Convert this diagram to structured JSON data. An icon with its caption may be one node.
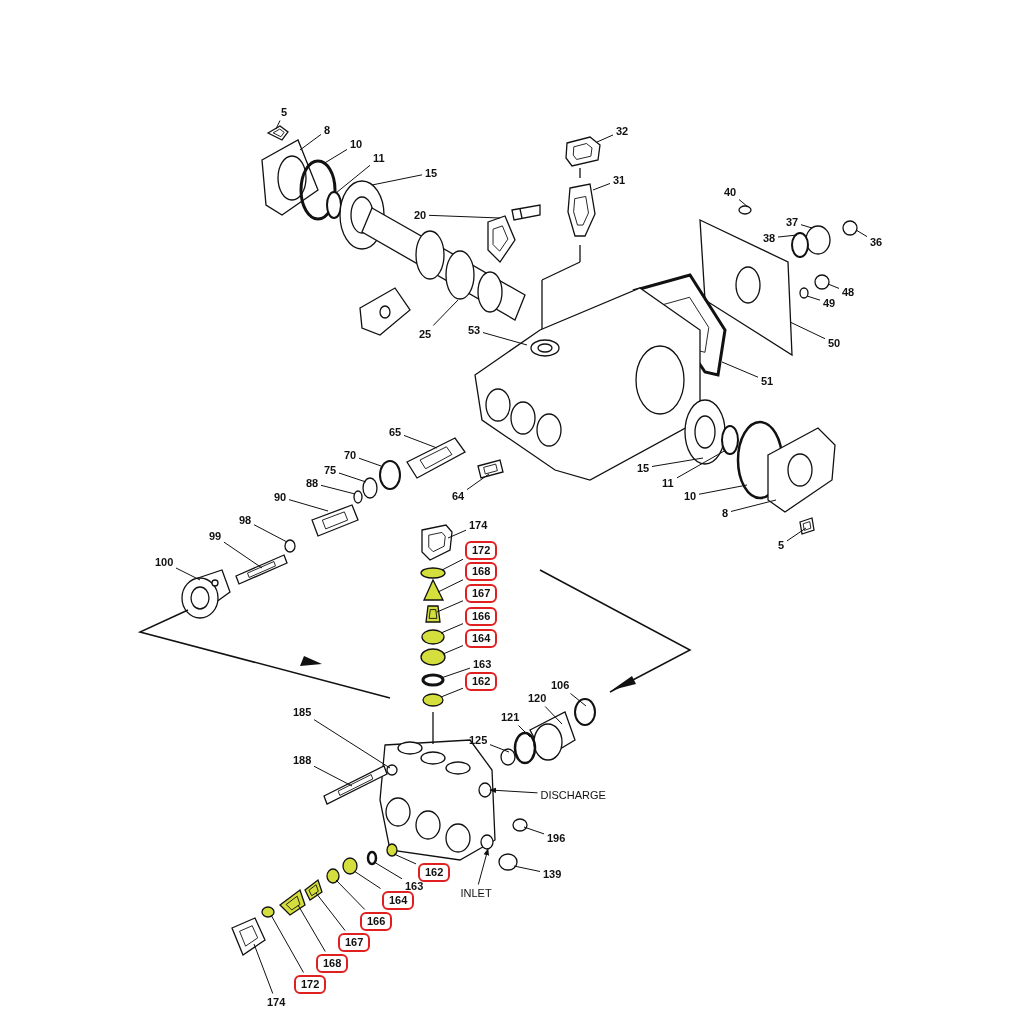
{
  "diagram": {
    "nodes": [
      {
        "text": [
          "5"
        ]
      },
      {
        "text": [
          "8"
        ]
      },
      {
        "text": [
          "10"
        ]
      },
      {
        "text": [
          "11"
        ]
      },
      {
        "text": [
          "15"
        ]
      },
      {
        "text": [
          "20"
        ]
      },
      {
        "text": [
          "25"
        ]
      },
      {
        "text": [
          "32"
        ]
      },
      {
        "text": [
          "31"
        ]
      },
      {
        "text": [
          "40"
        ]
      },
      {
        "text": [
          "37"
        ]
      },
      {
        "text": [
          "36"
        ]
      },
      {
        "text": [
          "38"
        ]
      },
      {
        "text": [
          "48"
        ]
      },
      {
        "text": [
          "49"
        ]
      },
      {
        "text": [
          "50"
        ]
      },
      {
        "text": [
          "51"
        ]
      },
      {
        "text": [
          "53"
        ]
      },
      {
        "text": [
          "65"
        ]
      },
      {
        "text": [
          "64"
        ]
      },
      {
        "text": [
          "70"
        ]
      },
      {
        "text": [
          "75"
        ]
      },
      {
        "text": [
          "88"
        ]
      },
      {
        "text": [
          "90"
        ]
      },
      {
        "text": [
          "98"
        ]
      },
      {
        "text": [
          "99"
        ]
      },
      {
        "text": [
          "100"
        ]
      },
      {
        "text": [
          "15"
        ]
      },
      {
        "text": [
          "11"
        ]
      },
      {
        "text": [
          "10"
        ]
      },
      {
        "text": [
          "8"
        ]
      },
      {
        "text": [
          "5"
        ]
      },
      {
        "text": [
          "174"
        ]
      },
      {
        "text": [
          "172"
        ]
      },
      {
        "text": [
          "168"
        ]
      },
      {
        "text": [
          "167"
        ]
      },
      {
        "text": [
          "166"
        ]
      },
      {
        "text": [
          "164"
        ]
      },
      {
        "text": [
          "163"
        ]
      },
      {
        "text": [
          "162"
        ]
      },
      {
        "text": [
          "106"
        ]
      },
      {
        "text": [
          "120"
        ]
      },
      {
        "text": [
          "121"
        ]
      },
      {
        "text": [
          "125"
        ]
      },
      {
        "text": [
          "185"
        ]
      },
      {
        "text": [
          "188"
        ]
      },
      {
        "text": [
          "DISCHARGE"
        ]
      },
      {
        "text": [
          "196"
        ]
      },
      {
        "text": [
          "139"
        ]
      },
      {
        "text": [
          "INLET"
        ]
      },
      {
        "text": [
          "162"
        ]
      },
      {
        "text": [
          "163"
        ]
      },
      {
        "text": [
          "164"
        ]
      },
      {
        "text": [
          "166"
        ]
      },
      {
        "text": [
          "167"
        ]
      },
      {
        "text": [
          "168"
        ]
      },
      {
        "text": [
          "172"
        ]
      },
      {
        "text": [
          "174"
        ]
      },
      {
        "text": [],
        "shape": "picture"
      },
      {
        "text": [],
        "shape": "picture"
      },
      {
        "text": [],
        "shape": "circle"
      },
      {
        "text": [],
        "shape": "circle"
      },
      {
        "text": [],
        "shape": "picture"
      },
      {
        "text": [],
        "shape": "picture"
      },
      {
        "text": [],
        "shape": "picture"
      },
      {
        "text": [],
        "shape": "picture"
      },
      {
        "text": [],
        "shape": "picture"
      },
      {
        "text": [],
        "shape": "circle"
      },
      {
        "text": [],
        "shape": "circle"
      },
      {
        "text": [],
        "shape": "circle"
      },
      {
        "text": [],
        "shape": "circle"
      },
      {
        "text": [],
        "shape": "circle"
      },
      {
        "text": [],
        "shape": "circle"
      },
      {
        "text": [],
        "shape": "picture"
      },
      {
        "text": [],
        "shape": "picture"
      },
      {
        "text": [],
        "shape": "picture"
      },
      {
        "text": [],
        "shape": "picture"
      },
      {
        "text": [],
        "shape": "picture"
      },
      {
        "text": [],
        "shape": "circle"
      },
      {
        "text": [],
        "shape": "circle"
      },
      {
        "text": [],
        "shape": "circle"
      },
      {
        "text": [],
        "shape": "picture"
      },
      {
        "text": [],
        "shape": "circle"
      },
      {
        "text": [],
        "shape": "picture"
      },
      {
        "text": [],
        "shape": "picture"
      },
      {
        "text": [],
        "shape": "picture"
      },
      {
        "text": [],
        "shape": "circle"
      },
      {
        "text": [],
        "shape": "circle"
      },
      {
        "text": [],
        "shape": "picture"
      },
      {
        "text": [],
        "shape": "picture"
      },
      {
        "text": [],
        "shape": "picture"
      },
      {
        "text": [],
        "shape": "circle"
      },
      {
        "text": [],
        "shape": "triangle"
      },
      {
        "text": [],
        "shape": "picture"
      },
      {
        "text": [],
        "shape": "circle"
      },
      {
        "text": [],
        "shape": "circle"
      },
      {
        "text": [],
        "shape": "circle"
      },
      {
        "text": [],
        "shape": "circle"
      },
      {
        "text": [],
        "shape": "circle"
      },
      {
        "text": [],
        "shape": "picture"
      },
      {
        "text": [],
        "shape": "circle"
      },
      {
        "text": [],
        "shape": "circle"
      },
      {
        "text": [],
        "shape": "circle"
      },
      {
        "text": [],
        "shape": "picture"
      },
      {
        "text": [],
        "shape": "circle"
      },
      {
        "text": [],
        "shape": "circle"
      },
      {
        "text": [],
        "shape": "circle"
      },
      {
        "text": [],
        "shape": "circle"
      },
      {
        "text": [],
        "shape": "circle"
      },
      {
        "text": [],
        "shape": "circle"
      },
      {
        "text": [],
        "shape": "circle"
      },
      {
        "text": [],
        "shape": "circle"
      },
      {
        "text": [],
        "shape": "picture"
      },
      {
        "text": [],
        "shape": "picture"
      },
      {
        "text": [],
        "shape": "circle"
      },
      {
        "text": [],
        "shape": "picture"
      }
    ],
    "edges": [
      {
        "from": 0,
        "to": 58,
        "arrow": "none"
      },
      {
        "from": 1,
        "to": 59,
        "arrow": "none"
      },
      {
        "from": 2,
        "to": 60,
        "arrow": "none"
      },
      {
        "from": 3,
        "to": 61,
        "arrow": "none"
      },
      {
        "from": 4,
        "to": 62,
        "arrow": "none"
      },
      {
        "from": 5,
        "to": 63,
        "arrow": "none"
      },
      {
        "from": 6,
        "to": 64,
        "arrow": "none"
      },
      {
        "from": 7,
        "to": 65,
        "arrow": "none"
      },
      {
        "from": 8,
        "to": 66,
        "arrow": "none"
      },
      {
        "from": 9,
        "to": 67,
        "arrow": "none"
      },
      {
        "from": 10,
        "to": 68,
        "arrow": "none"
      },
      {
        "from": 11,
        "to": 69,
        "arrow": "none"
      },
      {
        "from": 12,
        "to": 70,
        "arrow": "none"
      },
      {
        "from": 13,
        "to": 71,
        "arrow": "none"
      },
      {
        "from": 14,
        "to": 72,
        "arrow": "none"
      },
      {
        "from": 15,
        "to": 73,
        "arrow": "none"
      },
      {
        "from": 16,
        "to": 74,
        "arrow": "none"
      },
      {
        "from": 17,
        "to": 75,
        "arrow": "none"
      },
      {
        "from": 18,
        "to": 76,
        "arrow": "none"
      },
      {
        "from": 19,
        "to": 77,
        "arrow": "none"
      },
      {
        "from": 20,
        "to": 78,
        "arrow": "none"
      },
      {
        "from": 21,
        "to": 79,
        "arrow": "none"
      },
      {
        "from": 22,
        "to": 80,
        "arrow": "none"
      },
      {
        "from": 23,
        "to": 81,
        "arrow": "none"
      },
      {
        "from": 24,
        "to": 82,
        "arrow": "none"
      },
      {
        "from": 25,
        "to": 83,
        "arrow": "none"
      },
      {
        "from": 26,
        "to": 84,
        "arrow": "none"
      },
      {
        "from": 27,
        "to": 85,
        "arrow": "none"
      },
      {
        "from": 28,
        "to": 86,
        "arrow": "none"
      },
      {
        "from": 29,
        "to": 87,
        "arrow": "none"
      },
      {
        "from": 30,
        "to": 88,
        "arrow": "none"
      },
      {
        "from": 31,
        "to": 89,
        "arrow": "none"
      },
      {
        "from": 32,
        "to": 90,
        "arrow": "none"
      },
      {
        "from": 33,
        "to": 91,
        "arrow": "none"
      },
      {
        "from": 34,
        "to": 92,
        "arrow": "none"
      },
      {
        "from": 35,
        "to": 93,
        "arrow": "none"
      },
      {
        "from": 36,
        "to": 94,
        "arrow": "none"
      },
      {
        "from": 37,
        "to": 95,
        "arrow": "none"
      },
      {
        "from": 38,
        "to": 96,
        "arrow": "none"
      },
      {
        "from": 39,
        "to": 97,
        "arrow": "none"
      },
      {
        "from": 40,
        "to": 98,
        "arrow": "none"
      },
      {
        "from": 41,
        "to": 99,
        "arrow": "none"
      },
      {
        "from": 42,
        "to": 100,
        "arrow": "none"
      },
      {
        "from": 43,
        "to": 101,
        "arrow": "none"
      },
      {
        "from": 44,
        "to": 102,
        "arrow": "none"
      },
      {
        "from": 45,
        "to": 103,
        "arrow": "none"
      },
      {
        "from": 46,
        "to": 104,
        "arrow": "to"
      },
      {
        "from": 47,
        "to": 105,
        "arrow": "none"
      },
      {
        "from": 48,
        "to": 106,
        "arrow": "none"
      },
      {
        "from": 49,
        "to": 107,
        "arrow": "to"
      },
      {
        "from": 50,
        "to": 108,
        "arrow": "none"
      },
      {
        "from": 51,
        "to": 109,
        "arrow": "none"
      },
      {
        "from": 52,
        "to": 110,
        "arrow": "none"
      },
      {
        "from": 53,
        "to": 111,
        "arrow": "none"
      },
      {
        "from": 54,
        "to": 112,
        "arrow": "none"
      },
      {
        "from": 55,
        "to": 113,
        "arrow": "none"
      },
      {
        "from": 56,
        "to": 114,
        "arrow": "none"
      },
      {
        "from": 57,
        "to": 115,
        "arrow": "none"
      }
    ]
  }
}
